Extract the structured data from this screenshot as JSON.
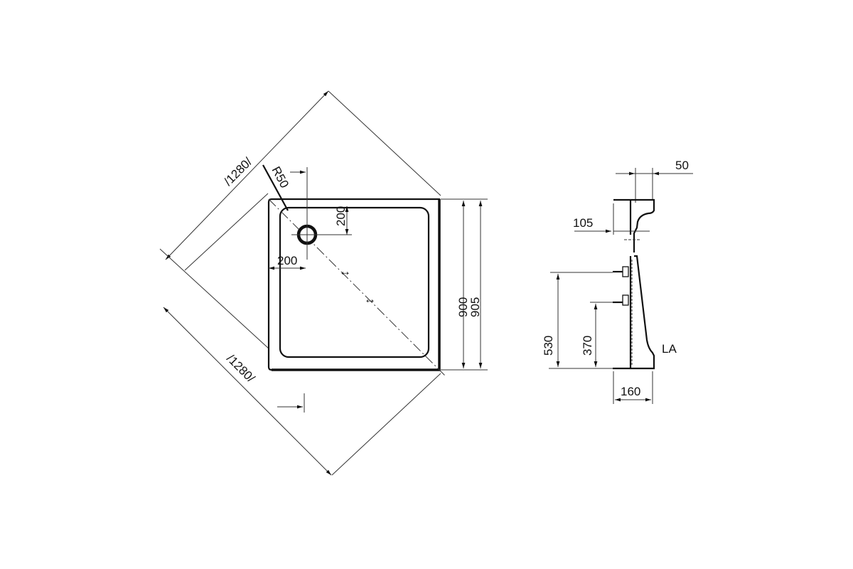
{
  "plan_view": {
    "diagonal_top": "/1280/",
    "diagonal_bottom": "/1280/",
    "radius": "R50",
    "drain_offset_vertical": "200",
    "drain_offset_horizontal": "200",
    "inner_height": "900",
    "outer_height": "905"
  },
  "side_view": {
    "top_width": "50",
    "top_offset": "105",
    "height_upper_fixing": "530",
    "height_lower_fixing": "370",
    "base_width": "160",
    "label": "LA"
  },
  "colors": {
    "line": "#111111",
    "background": "#ffffff"
  }
}
